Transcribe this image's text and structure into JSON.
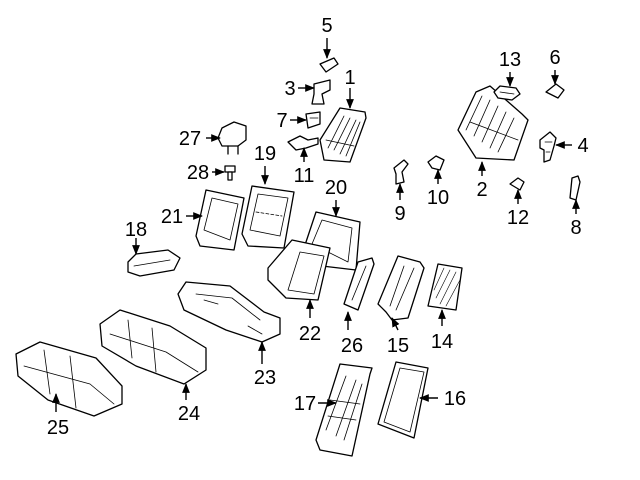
{
  "callouts": {
    "c1": "1",
    "c2": "2",
    "c3": "3",
    "c4": "4",
    "c5": "5",
    "c6": "6",
    "c7": "7",
    "c8": "8",
    "c9": "9",
    "c10": "10",
    "c11": "11",
    "c12": "12",
    "c13": "13",
    "c14": "14",
    "c15": "15",
    "c16": "16",
    "c17": "17",
    "c18": "18",
    "c19": "19",
    "c20": "20",
    "c21": "21",
    "c22": "22",
    "c23": "23",
    "c24": "24",
    "c25": "25",
    "c26": "26",
    "c27": "27",
    "c28": "28"
  },
  "colors": {
    "line": "#000000",
    "background": "#ffffff"
  }
}
